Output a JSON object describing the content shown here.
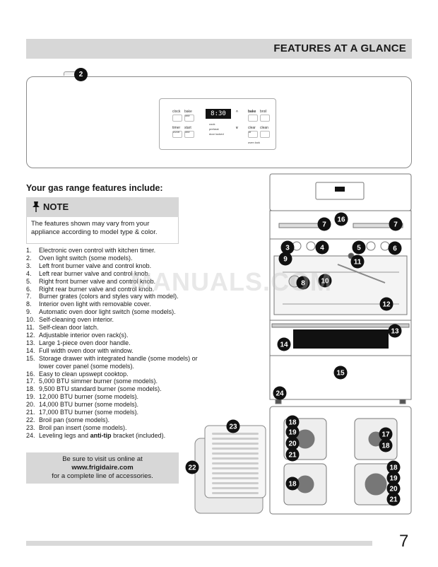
{
  "header": {
    "title": "FEATURES AT A GLANCE"
  },
  "control_panel": {
    "keys_left": [
      {
        "label": "clock"
      },
      {
        "label": "bake",
        "sub": "time"
      },
      {
        "label": "timer",
        "sub": "on/off"
      },
      {
        "label": "start",
        "sub": "time"
      }
    ],
    "display": "8:30",
    "indicators": [
      "cook",
      "preheat",
      "door locked"
    ],
    "keys_right": [
      {
        "label": "^"
      },
      {
        "label": "bake"
      },
      {
        "label": "broil"
      },
      {
        "label": "v"
      },
      {
        "label": "clear",
        "sub": "off"
      },
      {
        "label": "clean"
      }
    ],
    "lock_note": "oven lock",
    "callout": "2"
  },
  "subheading": "Your gas range features include:",
  "note": {
    "title": "NOTE",
    "text": "The features shown may vary from your appliance  according to model type & color."
  },
  "features": [
    {
      "num": "1.",
      "text": "Electronic oven control with kitchen timer."
    },
    {
      "num": "2.",
      "text": "Oven light switch (some models)."
    },
    {
      "num": "3.",
      "text": "Left front burner valve and control knob."
    },
    {
      "num": "4.",
      "text": "Left rear burner valve and control knob."
    },
    {
      "num": "5.",
      "text": "Right front burner valve and control knob."
    },
    {
      "num": "6.",
      "text": "Right rear burner valve and control knob."
    },
    {
      "num": "7.",
      "text": "Burner grates (colors and styles vary with model)."
    },
    {
      "num": "8.",
      "text": "Interior oven light with removable cover."
    },
    {
      "num": "9.",
      "text": "Automatic oven door light switch (some models)."
    },
    {
      "num": "10.",
      "text": "Self-cleaning oven interior."
    },
    {
      "num": "11.",
      "text": "Self-clean door latch."
    },
    {
      "num": "12.",
      "text": "Adjustable interior oven rack(s)."
    },
    {
      "num": "13.",
      "text": "Large 1-piece oven door handle."
    },
    {
      "num": "14.",
      "text": "Full width oven door with window."
    },
    {
      "num": "15.",
      "text": "Storage drawer with integrated handle (some models) or lower cover panel (some models)."
    },
    {
      "num": "16.",
      "text": "Easy to clean upswept cooktop."
    },
    {
      "num": "17.",
      "text": "5,000 BTU simmer burner (some models)."
    },
    {
      "num": "18.",
      "text": "9,500 BTU standard burner (some models)."
    },
    {
      "num": "19.",
      "text": "12,000 BTU burner (some models)."
    },
    {
      "num": "20.",
      "text": "14,000 BTU burner (some models)."
    },
    {
      "num": "21.",
      "text": "17,000 BTU burner (some models)."
    },
    {
      "num": "22.",
      "text": "Broil pan (some models)."
    },
    {
      "num": "23.",
      "text": "Broil pan insert (some models)."
    },
    {
      "num": "24.",
      "text": "Leveling legs and ",
      "bold": "anti-tip",
      "tail": " bracket (included)."
    }
  ],
  "visit": {
    "line1": "Be sure to visit us online at",
    "url": "www.frigidaire.com",
    "line3": "for a complete line of accessories."
  },
  "watermark": "MANUALS.COM",
  "range_callouts": [
    "16",
    "7",
    "7",
    "3",
    "4",
    "5",
    "6",
    "9",
    "11",
    "8",
    "10",
    "12",
    "13",
    "14",
    "15",
    "24"
  ],
  "cooktop_callouts": [
    "18",
    "19",
    "20",
    "21",
    "17",
    "18",
    "18",
    "18",
    "19",
    "20",
    "21"
  ],
  "pan_callouts": [
    "23",
    "22"
  ],
  "page_number": "7",
  "colors": {
    "header_bg": "#d7d7d7",
    "callout": "#111111"
  }
}
